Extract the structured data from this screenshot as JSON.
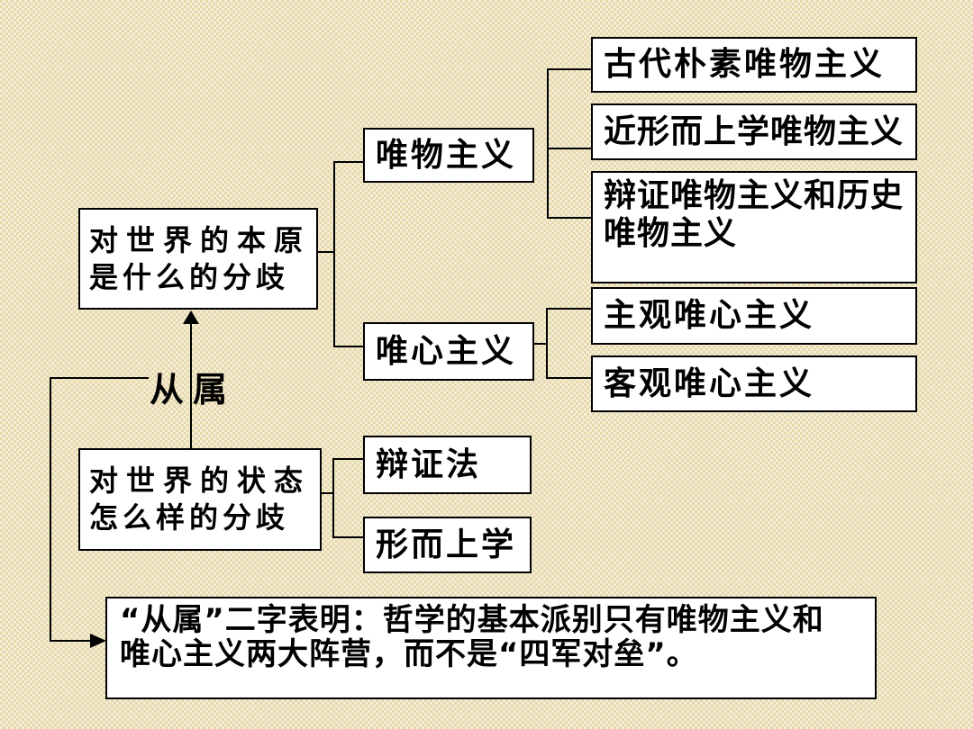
{
  "colors": {
    "background_base": "#e7d8aa",
    "background_weave": "#f4eed9",
    "box_fill": "#ffffff",
    "box_border": "#000000",
    "connector": "#000000",
    "text": "#000000"
  },
  "diagram": {
    "origin_question": {
      "line1": "对世界的本原",
      "line2": "是什么的分歧"
    },
    "materialism": {
      "label": "唯物主义"
    },
    "materialism_branches": {
      "ancient": {
        "label": "古代朴素唯物主义"
      },
      "modern_metaphysical": {
        "label": "近形而上学唯物主义"
      },
      "dialectical_historical": {
        "line1": "辩证唯物主义和历史",
        "line2": "唯物主义"
      }
    },
    "idealism": {
      "label": "唯心主义"
    },
    "idealism_branches": {
      "subjective": {
        "label": "主观唯心主义"
      },
      "objective": {
        "label": "客观唯心主义"
      }
    },
    "state_question": {
      "line1": "对世界的状态",
      "line2": "怎么样的分歧"
    },
    "state_branches": {
      "dialectics": {
        "label": "辩证法"
      },
      "metaphysics": {
        "label": "形而上学"
      }
    },
    "subordinate_label": "从属",
    "note": {
      "line1": "“从属”二字表明：哲学的基本派别只有唯物主义和",
      "line2": "唯心主义两大阵营，而不是“四军对垒”。"
    }
  }
}
